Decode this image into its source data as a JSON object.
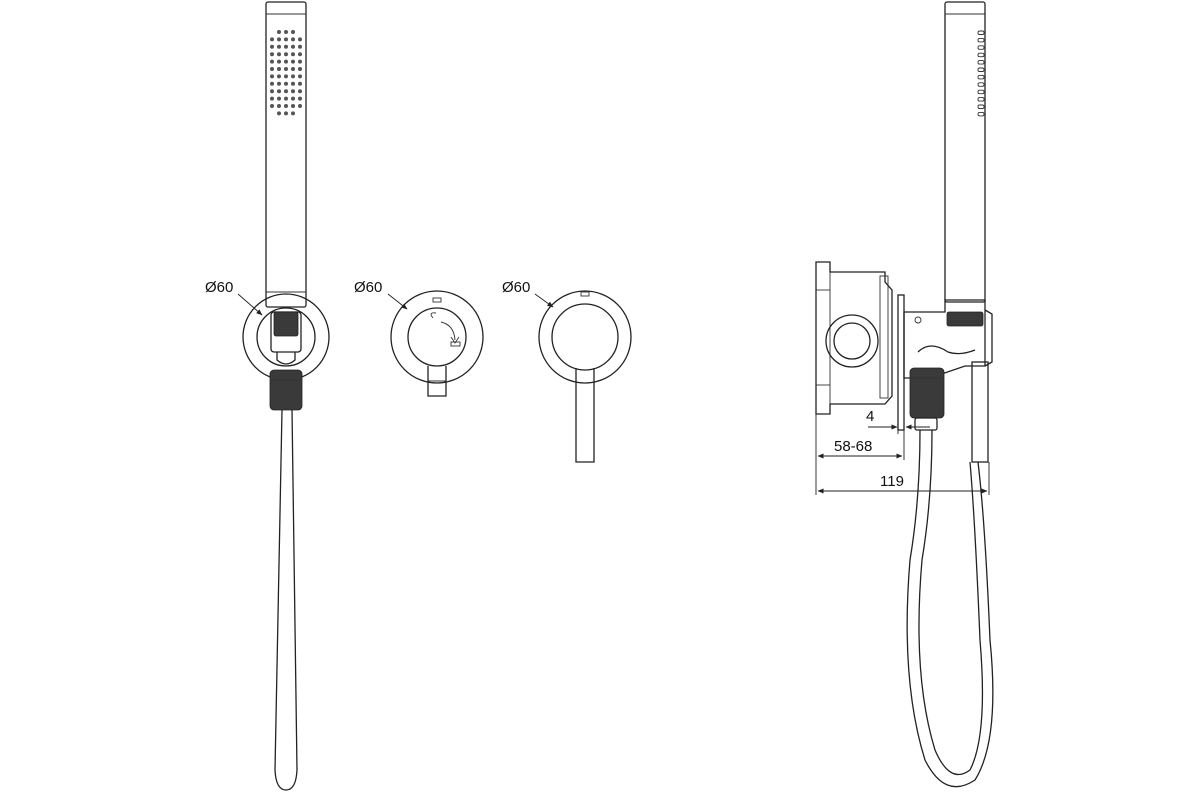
{
  "labels": {
    "diameter_hand_shower": "Ø60",
    "diameter_diverter": "Ø60",
    "diameter_mixer": "Ø60",
    "dim_plate": "4",
    "dim_depth_range": "58-68",
    "dim_total": "119"
  },
  "colors": {
    "line": "#222222",
    "knurl": "#3a3a3a",
    "background": "#ffffff"
  }
}
